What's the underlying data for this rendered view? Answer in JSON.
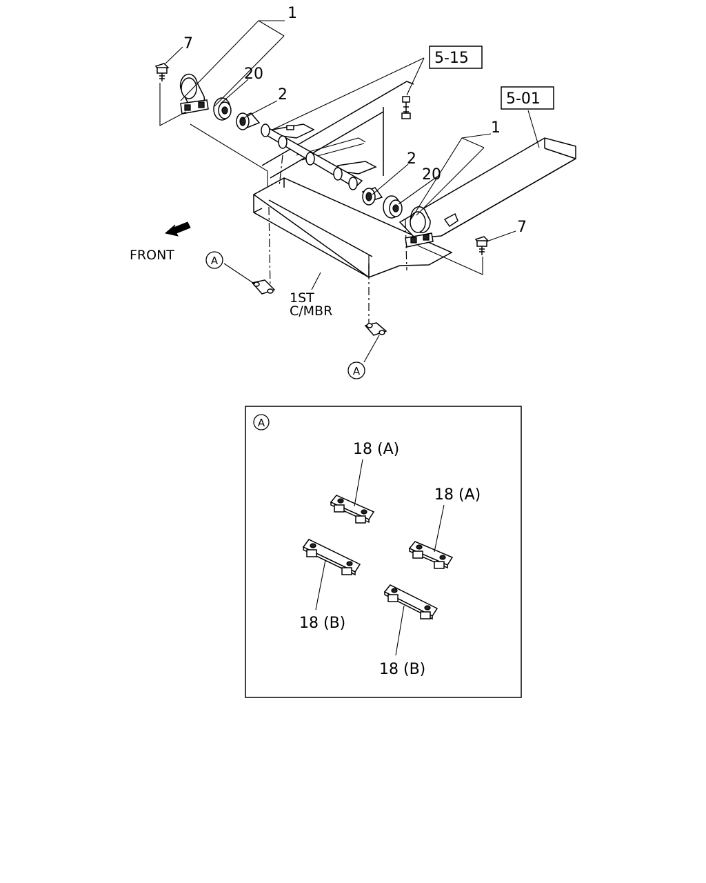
{
  "labels": {
    "part_1_top": "1",
    "part_1_right": "1",
    "part_2_top": "2",
    "part_2_right": "2",
    "part_20_top": "20",
    "part_20_right": "20",
    "part_7_left": "7",
    "part_7_right": "7",
    "ref_5_15": "5-15",
    "ref_5_01": "5-01",
    "front": "FRONT",
    "cross_member_line1": "1ST",
    "cross_member_line2": "C/MBR",
    "view_a_marker_1": "A",
    "view_a_marker_2": "A",
    "detail_title": "A",
    "part_18a_left": "18 (A)",
    "part_18a_right": "18 (A)",
    "part_18b_left": "18 (B)",
    "part_18b_right": "18 (B)"
  }
}
